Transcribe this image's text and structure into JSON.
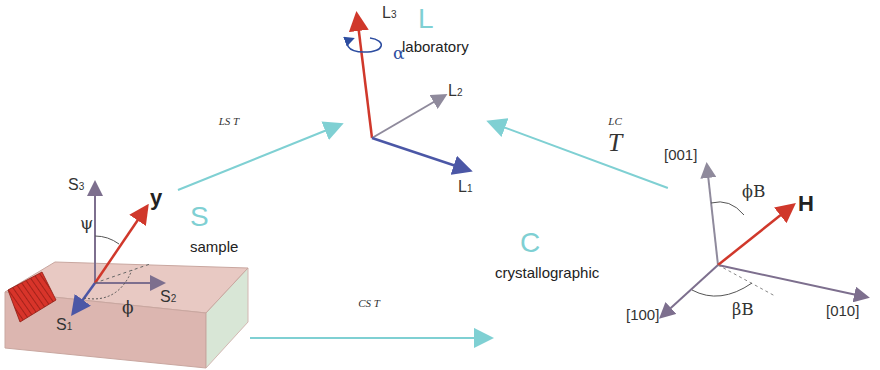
{
  "diagram": {
    "nodes": [
      {
        "text": [
          "L",
          "laboratory"
        ]
      },
      {
        "text": [
          "S",
          "sample"
        ]
      },
      {
        "text": [
          "C",
          "crystallographic"
        ]
      }
    ],
    "edges": [
      {
        "from": 1,
        "to": 0,
        "arrow": "to",
        "label": "LS T"
      },
      {
        "from": 2,
        "to": 0,
        "arrow": "to",
        "label": "LC T"
      },
      {
        "from": 1,
        "to": 2,
        "arrow": "to",
        "label": "CS T"
      }
    ],
    "labels": [
      "L3",
      "α",
      "L2",
      "L1",
      "S3",
      "ψ",
      "y",
      "ϕ",
      "S2",
      "S1",
      "[001]",
      "ϕB",
      "H",
      "[010]",
      "[100]",
      "βB"
    ]
  }
}
